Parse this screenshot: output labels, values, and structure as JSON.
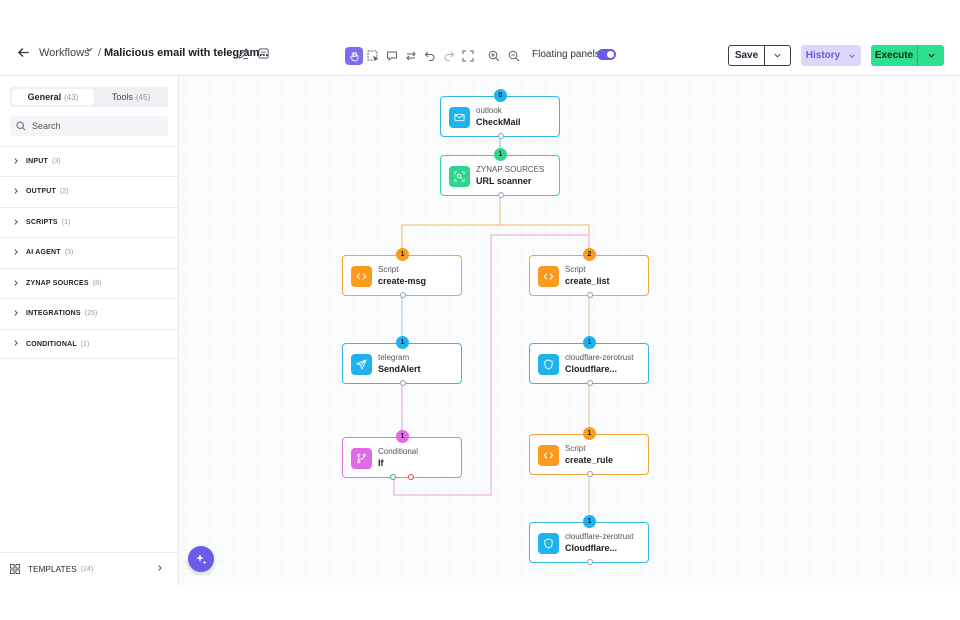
{
  "header": {
    "breadcrumb_workflows": "Workflows",
    "breadcrumb_separator": "/",
    "workflow_title": "Malicious email with telegram...",
    "floating_panels_label": "Floating panels",
    "floating_panels_on": true,
    "save_label": "Save",
    "history_label": "History",
    "execute_label": "Execute"
  },
  "sidebar": {
    "tabs": [
      {
        "label": "General",
        "count": "(43)"
      },
      {
        "label": "Tools",
        "count": "(45)"
      }
    ],
    "search_placeholder": "Search",
    "categories": [
      {
        "label": "INPUT",
        "count": "(3)"
      },
      {
        "label": "OUTPUT",
        "count": "(2)"
      },
      {
        "label": "SCRIPTS",
        "count": "(1)"
      },
      {
        "label": "AI AGENT",
        "count": "(3)"
      },
      {
        "label": "ZYNAP SOURCES",
        "count": "(8)"
      },
      {
        "label": "INTEGRATIONS",
        "count": "(25)"
      },
      {
        "label": "CONDITIONAL",
        "count": "(1)"
      }
    ],
    "templates": {
      "label": "TEMPLATES",
      "count": "(24)"
    }
  },
  "nodes": {
    "checkmail": {
      "type": "outlook",
      "title": "CheckMail",
      "badge": "0"
    },
    "urlscanner": {
      "type": "ZYNAP SOURCES",
      "title": "URL scanner",
      "badge": "1"
    },
    "createmsg": {
      "type": "Script",
      "title": "create-msg",
      "badge": "1"
    },
    "createlist": {
      "type": "Script",
      "title": "create_list",
      "badge": "2"
    },
    "sendalert": {
      "type": "telegram",
      "title": "SendAlert",
      "badge": "1"
    },
    "cloudflare1": {
      "type": "cloudflare-zerotrust",
      "title": "Cloudflare...",
      "badge": "1"
    },
    "ifnode": {
      "type": "Conditional",
      "title": "If",
      "badge": "1"
    },
    "createrule": {
      "type": "Script",
      "title": "create_rule",
      "badge": "1"
    },
    "cloudflare2": {
      "type": "cloudflare-zerotrust",
      "title": "Cloudflare...",
      "badge": "1"
    }
  },
  "colors": {
    "accent": "#6a5be8",
    "execute": "#2ee08e",
    "node_blue": "#1fb3ee",
    "node_green": "#2fd58f",
    "node_orange": "#fa9a1e",
    "node_pink": "#e06be5"
  }
}
